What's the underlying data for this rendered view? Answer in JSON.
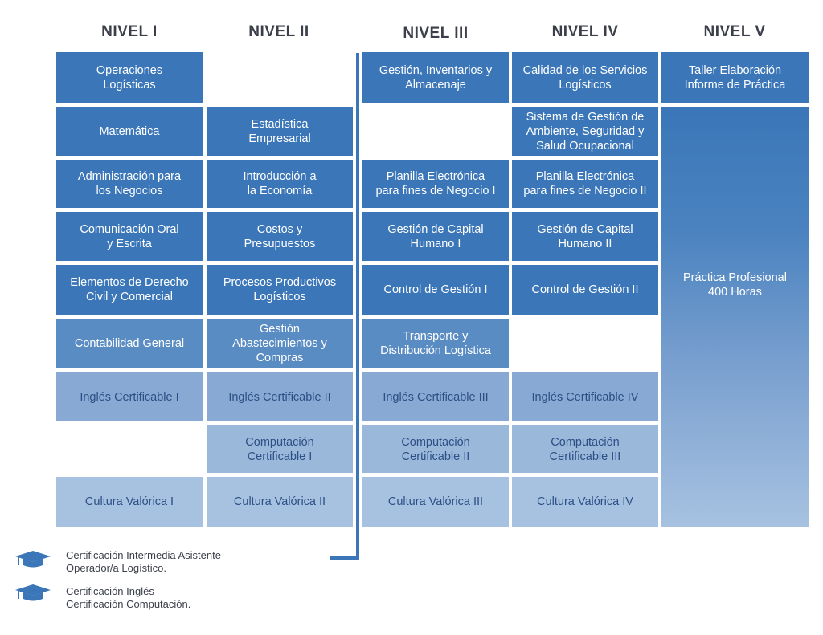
{
  "headers": {
    "n1": "NIVEL I",
    "n2": "NIVEL II",
    "n3": "NIVEL III",
    "n4": "NIVEL IV",
    "n5": "NIVEL V"
  },
  "nivel1": {
    "operaciones": "Operaciones\nLogísticas",
    "matematica": "Matemática",
    "administracion": "Administración para\nlos Negocios",
    "comunicacion": "Comunicación Oral\ny Escrita",
    "derecho": "Elementos  de Derecho\nCivil y Comercial",
    "contabilidad": "Contabilidad General",
    "ingles": "Inglés Certificable I",
    "cultura": "Cultura Valórica I"
  },
  "nivel2": {
    "estadistica": "Estadística\nEmpresarial",
    "economia": "Introducción a\nla Economía",
    "costos": "Costos y\nPresupuestos",
    "procesos": "Procesos Productivos\nLogísticos",
    "abastecimiento": "Gestión\nAbastecimientos y\nCompras",
    "ingles": "Inglés Certificable II",
    "computacion": "Computación\nCertificable I",
    "cultura": "Cultura Valórica II"
  },
  "nivel3": {
    "inventarios": "Gestión, Inventarios y\nAlmacenaje",
    "planilla": "Planilla Electrónica\npara fines de Negocio I",
    "capital": "Gestión de Capital\nHumano I",
    "control": "Control de Gestión I",
    "transporte": "Transporte y\nDistribución Logística",
    "ingles": "Inglés Certificable III",
    "computacion": "Computación\nCertificable II",
    "cultura": "Cultura Valórica III"
  },
  "nivel4": {
    "calidad": "Calidad de los Servicios\nLogísticos",
    "sistema": "Sistema de Gestión de\nAmbiente, Seguridad y\nSalud Ocupacional",
    "planilla": "Planilla Electrónica\npara fines de Negocio II",
    "capital": "Gestión de Capital\nHumano II",
    "control": "Control de Gestión II",
    "ingles": "Inglés Certificable IV",
    "computacion": "Computación\nCertificable III",
    "cultura": "Cultura Valórica IV"
  },
  "nivel5": {
    "taller": "Taller Elaboración\nInforme de Práctica",
    "practica": "Práctica Profesional\n400 Horas"
  },
  "legend": {
    "item1": "Certificación Intermedia Asistente\nOperador/a Logístico.",
    "item2": "Certificación Inglés\nCertificación Computación.",
    "icon1": "graduation-cap-icon",
    "icon2": "graduation-cap-icon"
  },
  "colors": {
    "dark": "#3a76b8",
    "mid": "#5a8cc4",
    "light": "#a7c2e1",
    "header_text": "#3b3f49"
  }
}
